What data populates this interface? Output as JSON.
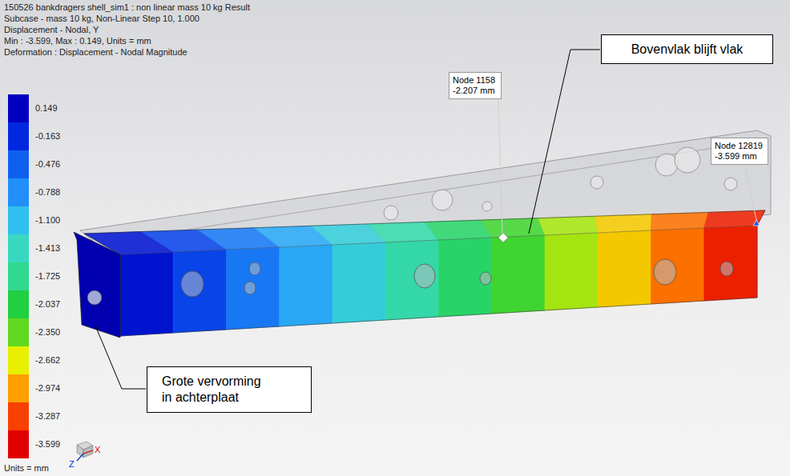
{
  "diagram": {
    "nodes": [
      {
        "text": [
          "Bovenvlak blijft vlak"
        ]
      },
      {
        "text": [
          "Node 1158",
          "-2.207 mm"
        ]
      },
      {
        "text": [
          "Node 12819",
          "-3.599 mm"
        ]
      },
      {
        "text": [
          "Grote vervorming in achterplaat"
        ]
      }
    ],
    "labels": [
      "150526 bankdragers shell_sim1 : non linear mass 10 kg Result",
      "Subcase - mass 10 kg, Non-Linear Step 10, 1.000",
      "Displacement - Nodal, Y",
      "Min : -3.599, Max : 0.149, Units = mm",
      "Deformation : Displacement - Nodal Magnitude",
      "Units = mm",
      "X",
      "Z"
    ],
    "legend": [
      {
        "text": "0.149",
        "color": "#0000c0"
      },
      {
        "text": "-0.163",
        "color": "#0028e0"
      },
      {
        "text": "-0.476",
        "color": "#1060f0"
      },
      {
        "text": "-0.788",
        "color": "#2090f8"
      },
      {
        "text": "-1.100",
        "color": "#30c0f0"
      },
      {
        "text": "-1.413",
        "color": "#38d8c0"
      },
      {
        "text": "-1.725",
        "color": "#30d890"
      },
      {
        "text": "-2.037",
        "color": "#20d040"
      },
      {
        "text": "-2.350",
        "color": "#60d820"
      },
      {
        "text": "-2.662",
        "color": "#e8f000"
      },
      {
        "text": "-2.974",
        "color": "#ffa000"
      },
      {
        "text": "-3.287",
        "color": "#f84000"
      },
      {
        "text": "-3.599",
        "color": "#e00000"
      }
    ]
  }
}
